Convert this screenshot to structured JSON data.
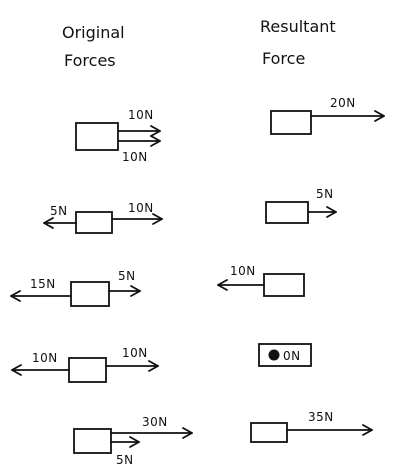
{
  "headers": {
    "original_line1": "Original",
    "original_line2": "Forces",
    "resultant_line1": "Resultant",
    "resultant_line2": "Force"
  },
  "rows": [
    {
      "original": {
        "arrows": [
          {
            "direction": "right",
            "label": "10N"
          },
          {
            "direction": "right",
            "label": "10N"
          }
        ]
      },
      "resultant": {
        "direction": "right",
        "label": "20N"
      }
    },
    {
      "original": {
        "arrows": [
          {
            "direction": "left",
            "label": "5N"
          },
          {
            "direction": "right",
            "label": "10N"
          }
        ]
      },
      "resultant": {
        "direction": "right",
        "label": "5N"
      }
    },
    {
      "original": {
        "arrows": [
          {
            "direction": "left",
            "label": "15N"
          },
          {
            "direction": "right",
            "label": "5N"
          }
        ]
      },
      "resultant": {
        "direction": "left",
        "label": "10N"
      }
    },
    {
      "original": {
        "arrows": [
          {
            "direction": "left",
            "label": "10N"
          },
          {
            "direction": "right",
            "label": "10N"
          }
        ]
      },
      "resultant": {
        "direction": "none",
        "label": "0N"
      }
    },
    {
      "original": {
        "arrows": [
          {
            "direction": "right",
            "label": "30N"
          },
          {
            "direction": "right",
            "label": "5N"
          }
        ]
      },
      "resultant": {
        "direction": "right",
        "label": "35N"
      }
    }
  ]
}
